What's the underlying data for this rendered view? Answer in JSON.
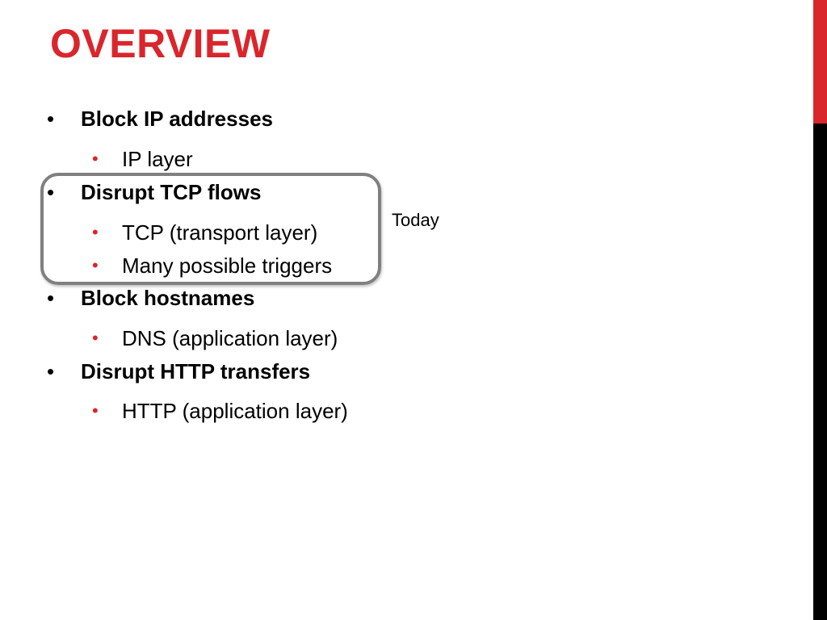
{
  "slide": {
    "title": "OVERVIEW",
    "bullet_char": "•",
    "items": [
      {
        "label": "Block IP addresses",
        "sub": [
          {
            "label": "IP layer"
          }
        ]
      },
      {
        "label": "Disrupt TCP flows",
        "sub": [
          {
            "label": "TCP (transport layer)"
          },
          {
            "label": "Many possible triggers"
          }
        ]
      },
      {
        "label": "Block hostnames",
        "sub": [
          {
            "label": "DNS (application layer)"
          }
        ]
      },
      {
        "label": "Disrupt HTTP transfers",
        "sub": [
          {
            "label": "HTTP (application layer)"
          }
        ]
      }
    ],
    "callout": "Today"
  },
  "colors": {
    "accent": "#d9262c",
    "side_bar": "#000000",
    "highlight_border": "#808080"
  }
}
